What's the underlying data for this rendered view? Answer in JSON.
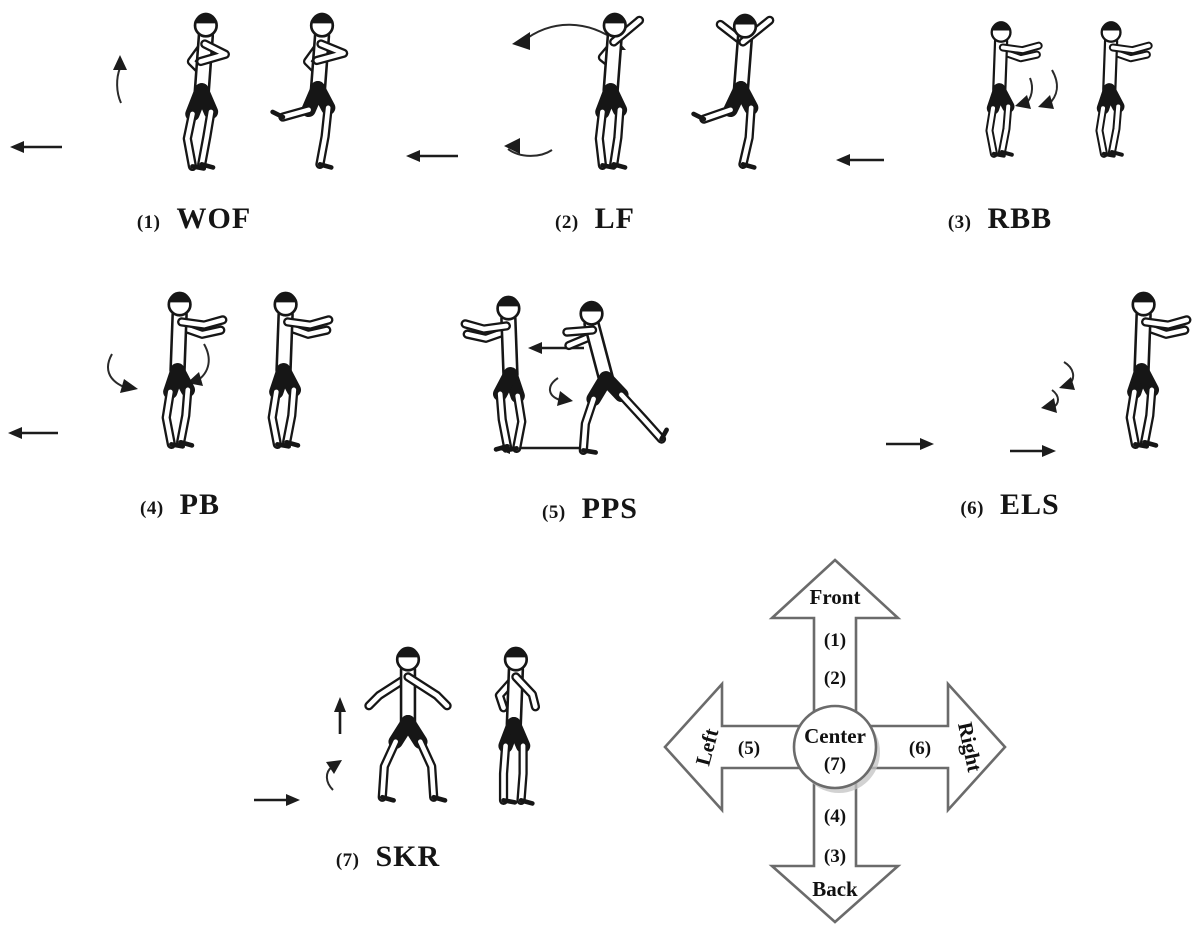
{
  "movements": [
    {
      "num": "(1)",
      "code": "WOF"
    },
    {
      "num": "(2)",
      "code": "LF"
    },
    {
      "num": "(3)",
      "code": "RBB"
    },
    {
      "num": "(4)",
      "code": "PB"
    },
    {
      "num": "(5)",
      "code": "PPS"
    },
    {
      "num": "(6)",
      "code": "ELS"
    },
    {
      "num": "(7)",
      "code": "SKR"
    }
  ],
  "compass": {
    "front_label": "Front",
    "back_label": "Back",
    "left_label": "Left",
    "right_label": "Right",
    "center_label": "Center",
    "center_num": "(7)",
    "front_sequence": [
      "(1)",
      "(2)"
    ],
    "back_sequence": [
      "(4)",
      "(3)"
    ],
    "left_item": "(5)",
    "right_item": "(6)",
    "outline_color": "#6b6b6b",
    "text_color": "#111111"
  }
}
